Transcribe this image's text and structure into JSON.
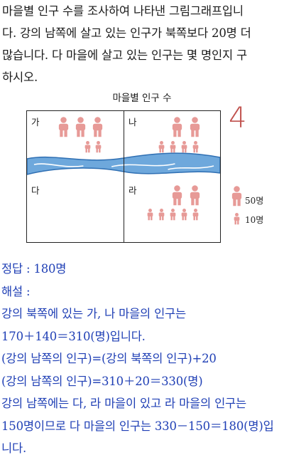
{
  "question": {
    "lines": [
      "마을별 인구 수를 조사하여 나타낸 그림그래프입니",
      "다. 강의 남쪽에 살고 있는 인구가 북쪽보다 20명 더",
      "많습니다. 다 마을에 살고 있는 인구는 몇 명인지 구",
      "하시오."
    ]
  },
  "picture": {
    "title": "마을별 인구 수",
    "villages": [
      {
        "name": "가",
        "big": 3,
        "small": 2,
        "side": "north"
      },
      {
        "name": "나",
        "big": 2,
        "small": 4,
        "side": "north"
      },
      {
        "name": "다",
        "big": 0,
        "small": 0,
        "side": "south"
      },
      {
        "name": "라",
        "big": 2,
        "small": 5,
        "side": "south"
      }
    ],
    "answer_mark": "4",
    "legend": {
      "big_label": "50명",
      "small_label": "10명"
    },
    "colors": {
      "person": "#e79a97",
      "river_fill": "#6ea8dc",
      "river_edge": "#2f6fb3",
      "ink": "#222222"
    }
  },
  "solution": {
    "lines": [
      "정답 : 180명",
      "해설 :",
      "강의 북쪽에 있는 가, 나 마을의 인구는",
      "170＋140＝310(명)입니다.",
      "(강의 남쪽의 인구)=(강의 북쪽의 인구)+20",
      "(강의 남쪽의 인구)=310＋20＝330(명)",
      "강의 남쪽에는 다, 라 마을이 있고 라 마을의 인구는",
      "150명이므로 다 마을의 인구는 330－150＝180(명)입",
      "니다."
    ]
  }
}
